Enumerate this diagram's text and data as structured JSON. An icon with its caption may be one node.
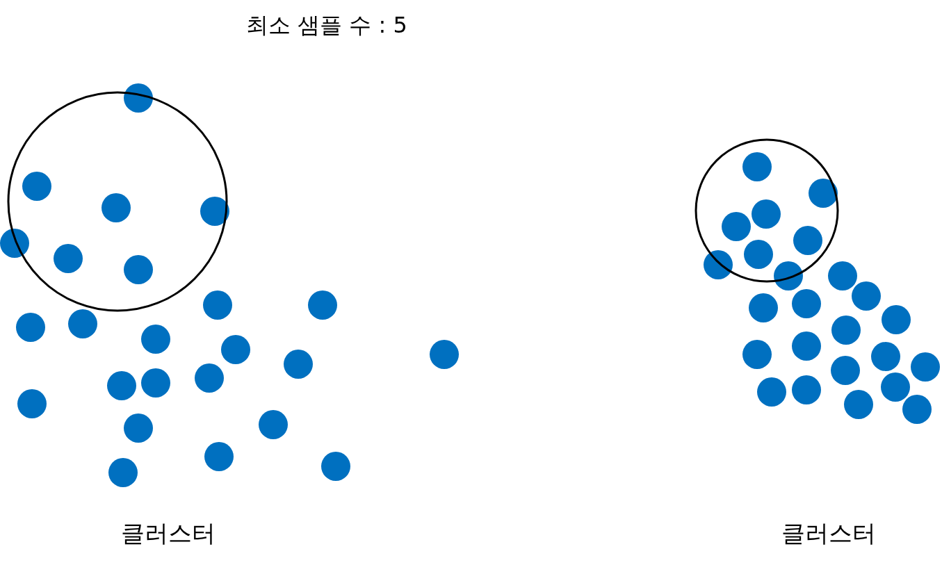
{
  "diagram": {
    "title": "최소 샘플 수 : 5",
    "labels": [
      "클러스터",
      "클러스터"
    ]
  }
}
